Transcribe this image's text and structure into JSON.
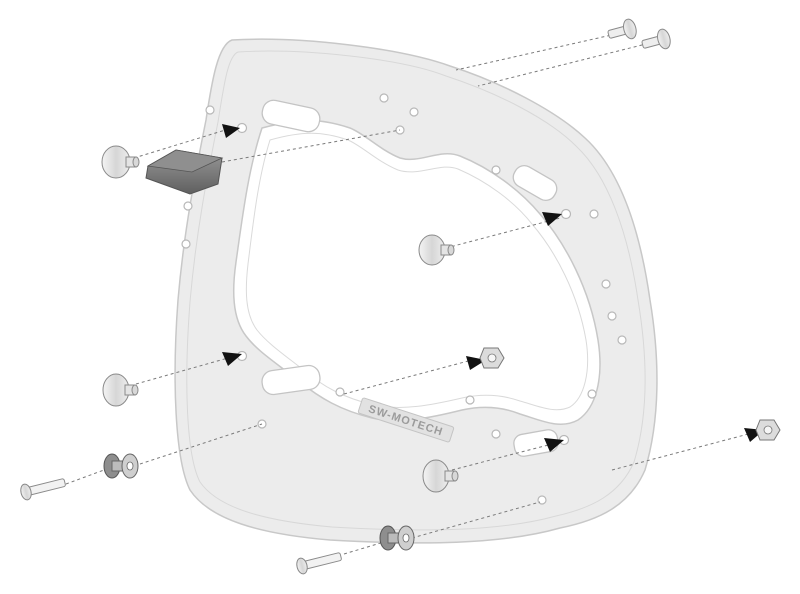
{
  "diagram": {
    "frame": {
      "brand_text": "SW-MOTECH",
      "color_fill": "#ececec",
      "color_stroke": "#c8c8c8"
    },
    "parts": [
      "bolt",
      "bolt",
      "pad-block",
      "knob",
      "knob",
      "knob",
      "knob",
      "spacer-washer",
      "spacer-washer",
      "long-bolt",
      "long-bolt",
      "flange-nut",
      "flange-nut"
    ],
    "arrow_color": "#111111",
    "part_color": "#d9d9d9",
    "pad_color": "#7d7d7d"
  }
}
